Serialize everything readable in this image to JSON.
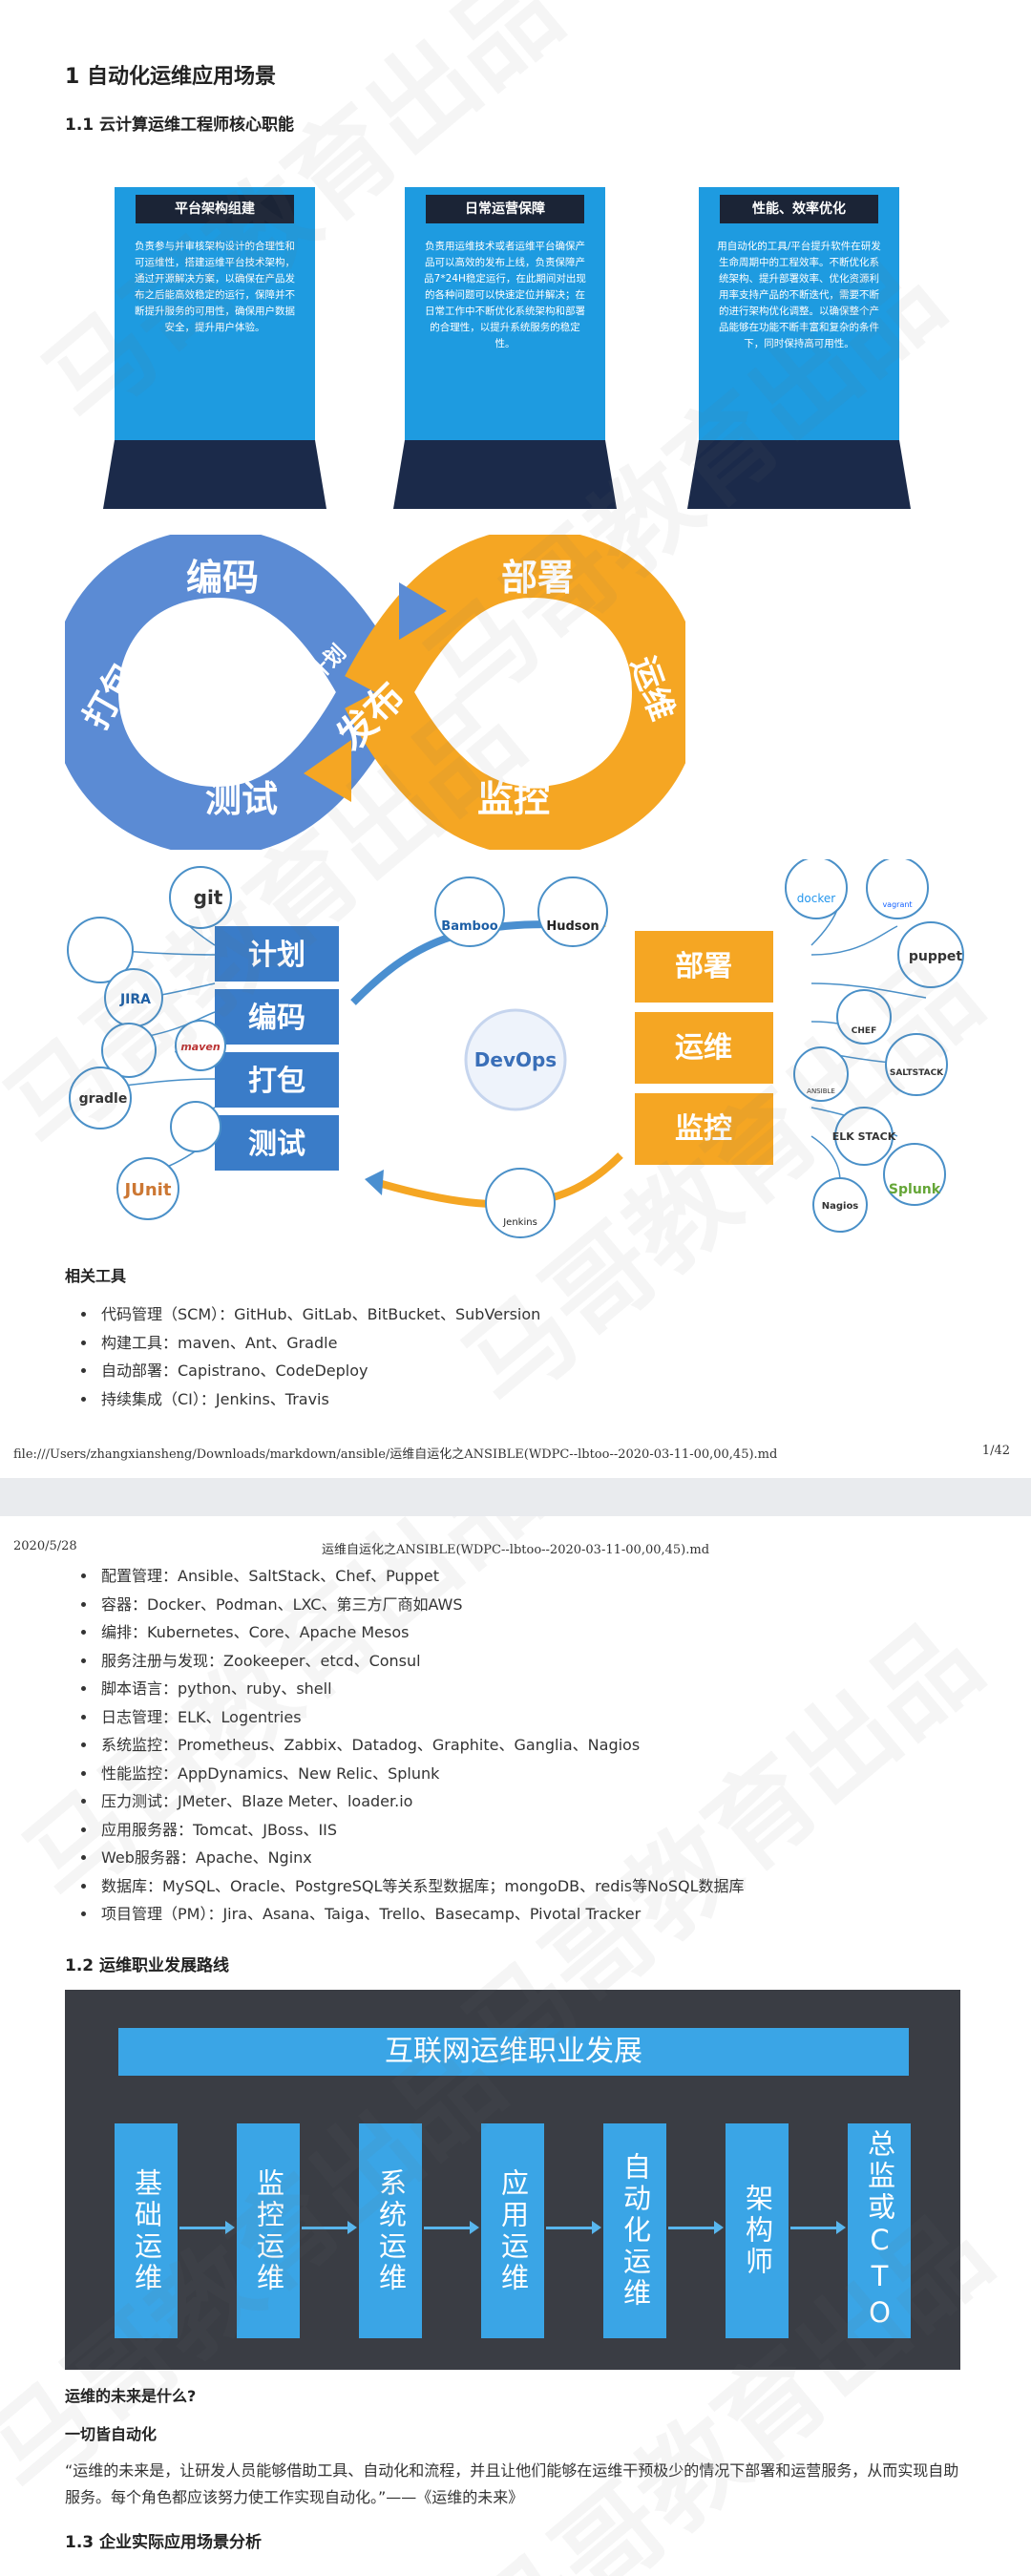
{
  "page1": {
    "h1": "1 自动化运维应用场景",
    "h2": "1.1 云计算运维工程师核心职能",
    "roles": [
      {
        "title": "平台架构组建",
        "desc": "负责参与并审核架构设计的合理性和可运维性，搭建运维平台技术架构，通过开源解决方案，以确保在产品发布之后能高效稳定的运行，保障并不断提升服务的可用性，确保用户数据安全，提升用户体验。"
      },
      {
        "title": "日常运营保障",
        "desc": "负责用运维技术或者运维平台确保产品可以高效的发布上线，负责保障产品7*24H稳定运行，在此期间对出现的各种问题可以快速定位并解决；在日常工作中不断优化系统架构和部署的合理性，以提升系统服务的稳定性。"
      },
      {
        "title": "性能、效率优化",
        "desc": "用自动化的工具/平台提升软件在研发生命周期中的工程效率。不断优化系统架构、提升部署效率、优化资源利用率支持产品的不断迭代，需要不断的进行架构优化调整。以确保整个产品能够在功能不断丰富和复杂的条件下，同时保持高可用性。"
      }
    ],
    "loop": {
      "left_labels": [
        "编码",
        "打包",
        "测试",
        "计划"
      ],
      "center_label": "发布",
      "right_labels": [
        "部署",
        "运维",
        "监控"
      ]
    },
    "devops": {
      "center": "DevOps",
      "left_stages": [
        "计划",
        "编码",
        "打包",
        "测试"
      ],
      "right_stages": [
        "部署",
        "运维",
        "监控"
      ],
      "left_tools": [
        "git",
        "JIRA",
        "maven",
        "gradle",
        "JUnit"
      ],
      "top_tools": [
        "Bamboo",
        "Hudson"
      ],
      "bottom_tool": "Jenkins",
      "right_tools": [
        "docker",
        "vagrant",
        "puppet",
        "CHEF",
        "ANSIBLE",
        "SALTSTACK",
        "ELK STACK",
        "Splunk",
        "Nagios"
      ]
    },
    "tools_heading": "相关工具",
    "tools": [
      "代码管理（SCM）：GitHub、GitLab、BitBucket、SubVersion",
      "构建工具：maven、Ant、Gradle",
      "自动部署：Capistrano、CodeDeploy",
      "持续集成（CI）：Jenkins、Travis"
    ],
    "footer_path": "file:///Users/zhangxiansheng/Downloads/markdown/ansible/运维自运化之ANSIBLE(WDPC--lbtoo--2020-03-11-00,00,45).md",
    "footer_page": "1/42"
  },
  "page2": {
    "header_date": "2020/5/28",
    "header_title": "运维自运化之ANSIBLE(WDPC--lbtoo--2020-03-11-00,00,45).md",
    "tools": [
      "配置管理：Ansible、SaltStack、Chef、Puppet",
      "容器：Docker、Podman、LXC、第三方厂商如AWS",
      "编排：Kubernetes、Core、Apache Mesos",
      "服务注册与发现：Zookeeper、etcd、Consul",
      "脚本语言：python、ruby、shell",
      "日志管理：ELK、Logentries",
      "系统监控：Prometheus、Zabbix、Datadog、Graphite、Ganglia、Nagios",
      "性能监控：AppDynamics、New Relic、Splunk",
      "压力测试：JMeter、Blaze Meter、loader.io",
      "应用服务器：Tomcat、JBoss、IIS",
      "Web服务器：Apache、Nginx",
      "数据库：MySQL、Oracle、PostgreSQL等关系型数据库；mongoDB、redis等NoSQL数据库",
      "项目管理（PM）：Jira、Asana、Taiga、Trello、Basecamp、Pivotal Tracker"
    ],
    "h2_career": "1.2 运维职业发展路线",
    "career_banner": "互联网运维职业发展",
    "career_steps": [
      "基础运维",
      "监控运维",
      "系统运维",
      "应用运维",
      "自动化运维",
      "架构师",
      "总监或CTO"
    ],
    "future_q": "运维的未来是什么?",
    "future_a": "一切皆自动化",
    "quote": "“运维的未来是，让研发人员能够借助工具、自动化和流程，并且让他们能够在运维干预极少的情况下部署和运营服务，从而实现自助服务。每个角色都应该努力使工作实现自动化。”——《运维的未来》",
    "h2_next": "1.3 企业实际应用场景分析"
  },
  "watermark": "马哥教育出品",
  "colors": {
    "blue": "#1e9be0",
    "orange": "#f5a623",
    "navy": "#1b2a4a",
    "loop_blue": "#5b8bd4"
  }
}
